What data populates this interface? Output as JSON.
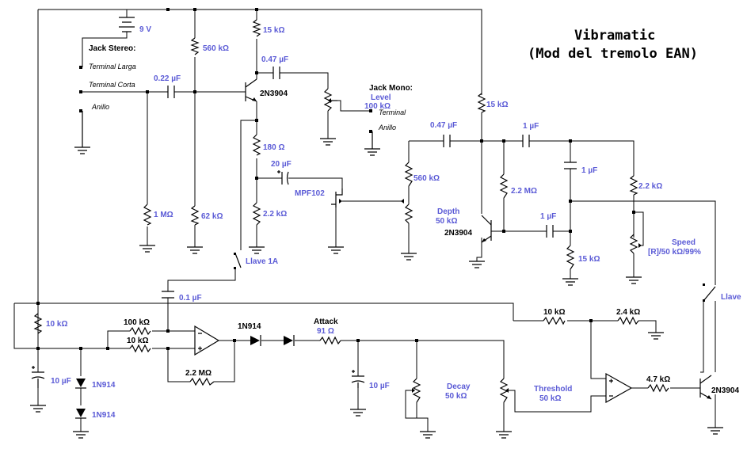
{
  "title": {
    "line1": "Vibramatic",
    "line2": "(Mod del tremolo EAN)"
  },
  "labels": {
    "battery": "9 V",
    "jack_stereo": "Jack Stereo:",
    "terminal_larga": "Terminal Larga",
    "terminal_corta": "Terminal Corta",
    "anillo_stereo": "Anillo",
    "c_022": "0.22 µF",
    "r_560k": "560 kΩ",
    "r_15k_top": "15 kΩ",
    "c_047_top": "0.47 µF",
    "q1": "2N3904",
    "jack_mono": "Jack Mono:",
    "level": "Level",
    "level_val": "100 kΩ",
    "terminal_mono": "Terminal",
    "anillo_mono": "Anillo",
    "r_180": "180 Ω",
    "c_20": "20 µF",
    "mpf102": "MPF102",
    "r_1m": "1 MΩ",
    "r_62k": "62 kΩ",
    "r_2_2k_left": "2.2 kΩ",
    "llave_1a": "Llave 1A",
    "r_15k_osc": "15 kΩ",
    "c_047_osc": "0.47 µF",
    "c_1uf_top": "1 µF",
    "c_1uf_mid": "1 µF",
    "c_1uf_low": "1 µF",
    "r_560k_osc": "560 kΩ",
    "r_2_2m": "2.2 MΩ",
    "r_2_2k_right": "2.2 kΩ",
    "depth": "Depth",
    "depth_val": "50 kΩ",
    "q2": "2N3904",
    "r_15k_low": "15 kΩ",
    "speed": "Speed",
    "speed_val": "[R]/50 kΩ/99%",
    "llave": "Llave",
    "c_01": "0.1 µF",
    "r_10k_left": "10 kΩ",
    "r_100k": "100 kΩ",
    "r_10k_in": "10 kΩ",
    "d1": "1N914",
    "attack": "Attack",
    "r_91": "91 Ω",
    "r_10k_top": "10 kΩ",
    "r_2_4k": "2.4 kΩ",
    "c_10_left": "10 µF",
    "d_1n914_a": "1N914",
    "d_1n914_b": "1N914",
    "r_2_2m_fb": "2.2 MΩ",
    "c_10_mid": "10 µF",
    "decay": "Decay",
    "decay_val": "50 kΩ",
    "threshold": "Threshold",
    "threshold_val": "50 kΩ",
    "r_4_7k": "4.7 kΩ",
    "q3": "2N3904"
  }
}
